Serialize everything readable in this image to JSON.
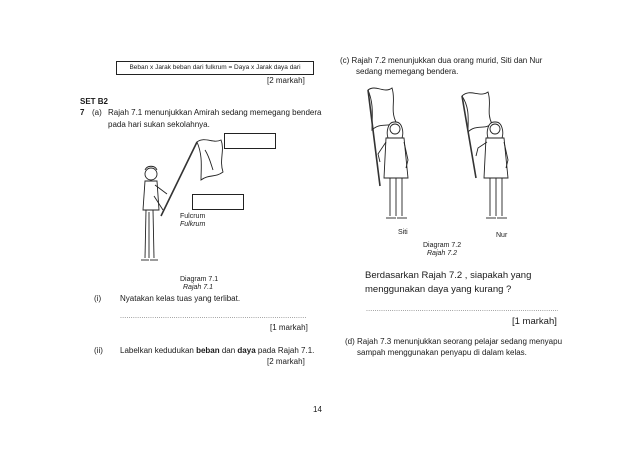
{
  "left": {
    "formula": "Beban x Jarak beban dari fulkrum =   Daya x Jarak daya dari",
    "marks_formula": "[2 markah]",
    "set_heading": "SET B2",
    "q_number": "7",
    "q_part_a": "(a)",
    "q_text_1": "Rajah 7.1 menunjukkan Amirah sedang memegang bendera",
    "q_text_2": "pada hari sukan   sekolahnya.",
    "fulcrum": "Fulcrum",
    "fulkrum": "Fulkrum",
    "diagram_en": "Diagram 7.1",
    "diagram_ms": "Rajah 7.1",
    "i_label": "(i)",
    "i_text": "Nyatakan kelas tuas yang terlibat.",
    "i_dots": "..............................................................................................",
    "i_marks": "[1 markah]",
    "ii_label": "(ii)",
    "ii_pre": "Labelkan kedudukan ",
    "ii_beban": "beban",
    "ii_mid": " dan ",
    "ii_daya": "daya",
    "ii_post": " pada Rajah 7.1.",
    "ii_marks": "[2 markah]"
  },
  "right": {
    "c_line1": "(c)  Rajah 7.2 menunjukkan dua orang murid,  Siti dan Nur",
    "c_line2": "sedang memegang bendera.",
    "siti": "Siti",
    "nur": "Nur",
    "diagram_en": "Diagram 7.2",
    "diagram_ms": "Rajah 7.2",
    "q_line1": "Berdasarkan Rajah 7.2 ,  siapakah yang",
    "q_line2": "menggunakan daya yang kurang ?",
    "dots": "...............................................................................................",
    "marks": "[1 markah]",
    "d_line1": "(d)  Rajah 7.3 menunjukkan seorang pelajar sedang menyapu",
    "d_line2": "sampah menggunakan penyapu di dalam kelas."
  },
  "page_number": "14"
}
